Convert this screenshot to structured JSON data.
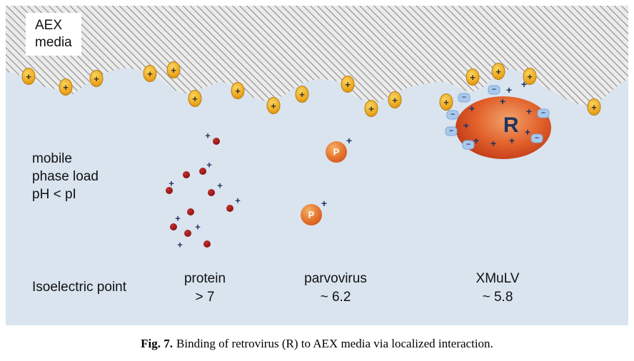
{
  "figure": {
    "media_label_lines": [
      "AEX",
      "media"
    ],
    "mobile_phase_lines": [
      "mobile",
      "phase load",
      "pH < pI"
    ],
    "isoelectric_label": "Isoelectric point",
    "columns": [
      {
        "name": "protein",
        "value": "> 7"
      },
      {
        "name": "parvovirus",
        "value": "~ 6.2"
      },
      {
        "name": "XMuLV",
        "value": "~ 5.8"
      }
    ],
    "parvovirus_particle_label": "P",
    "retrovirus_particle_label": "R",
    "symbols": {
      "plus": "+",
      "minus": "−"
    },
    "colors": {
      "mobile_phase_bg": "#d9e4ef",
      "bead_fill": "#eda921",
      "protein_dot": "#8e1414",
      "virus_fill": "#d9541f",
      "charge_text": "#1d3461",
      "media_hatch_line": "#8f8f8f"
    }
  },
  "caption": {
    "prefix": "Fig. 7.",
    "text": "Binding of retrovirus (R) to AEX media via localized interaction."
  }
}
